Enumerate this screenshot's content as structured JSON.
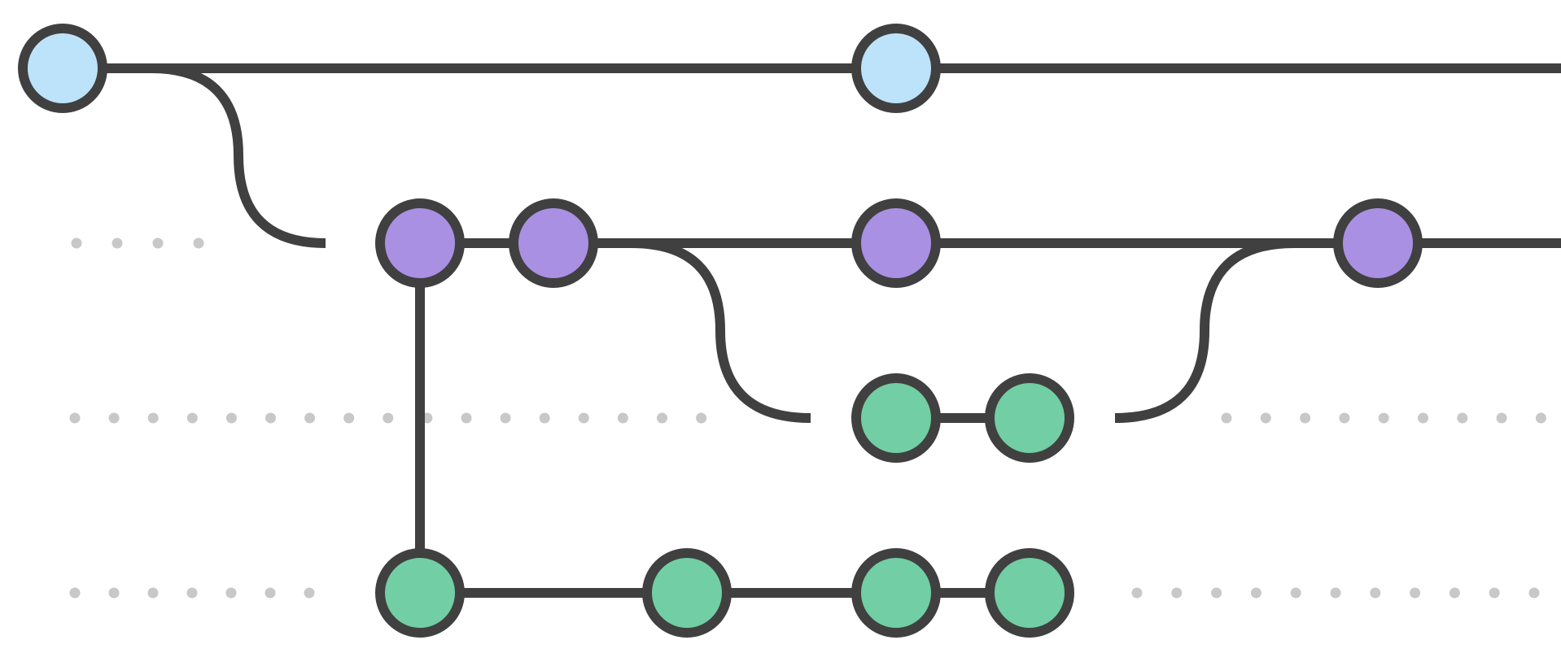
{
  "colors": {
    "line": "#404040",
    "dot": "#c8c8c8",
    "background": "#ffffff",
    "node_blue": "#bde3fa",
    "node_purple": "#a990e3",
    "node_green": "#72cea4"
  },
  "lanes": [
    {
      "id": "lane-1",
      "color_key": "node_blue"
    },
    {
      "id": "lane-2",
      "color_key": "node_purple"
    },
    {
      "id": "lane-3",
      "color_key": "node_green"
    },
    {
      "id": "lane-4",
      "color_key": "node_green"
    }
  ],
  "nodes": [
    {
      "id": "n1",
      "lane": 0,
      "color_key": "node_blue"
    },
    {
      "id": "n2",
      "lane": 0,
      "color_key": "node_blue"
    },
    {
      "id": "n3",
      "lane": 1,
      "color_key": "node_purple"
    },
    {
      "id": "n4",
      "lane": 1,
      "color_key": "node_purple"
    },
    {
      "id": "n5",
      "lane": 1,
      "color_key": "node_purple"
    },
    {
      "id": "n6",
      "lane": 1,
      "color_key": "node_purple"
    },
    {
      "id": "n7",
      "lane": 2,
      "color_key": "node_green"
    },
    {
      "id": "n8",
      "lane": 2,
      "color_key": "node_green"
    },
    {
      "id": "n9",
      "lane": 3,
      "color_key": "node_green"
    },
    {
      "id": "n10",
      "lane": 3,
      "color_key": "node_green"
    },
    {
      "id": "n11",
      "lane": 3,
      "color_key": "node_green"
    },
    {
      "id": "n12",
      "lane": 3,
      "color_key": "node_green"
    }
  ],
  "edges": [
    {
      "from": "n1",
      "to": "n2"
    },
    {
      "from": "n1",
      "to": "n3"
    },
    {
      "from": "n3",
      "to": "n4"
    },
    {
      "from": "n4",
      "to": "n5"
    },
    {
      "from": "n5",
      "to": "n6"
    },
    {
      "from": "n4",
      "to": "n7"
    },
    {
      "from": "n7",
      "to": "n8"
    },
    {
      "from": "n8",
      "to": "n6"
    },
    {
      "from": "n3",
      "to": "n9"
    },
    {
      "from": "n9",
      "to": "n10"
    },
    {
      "from": "n10",
      "to": "n11"
    },
    {
      "from": "n11",
      "to": "n12"
    }
  ]
}
